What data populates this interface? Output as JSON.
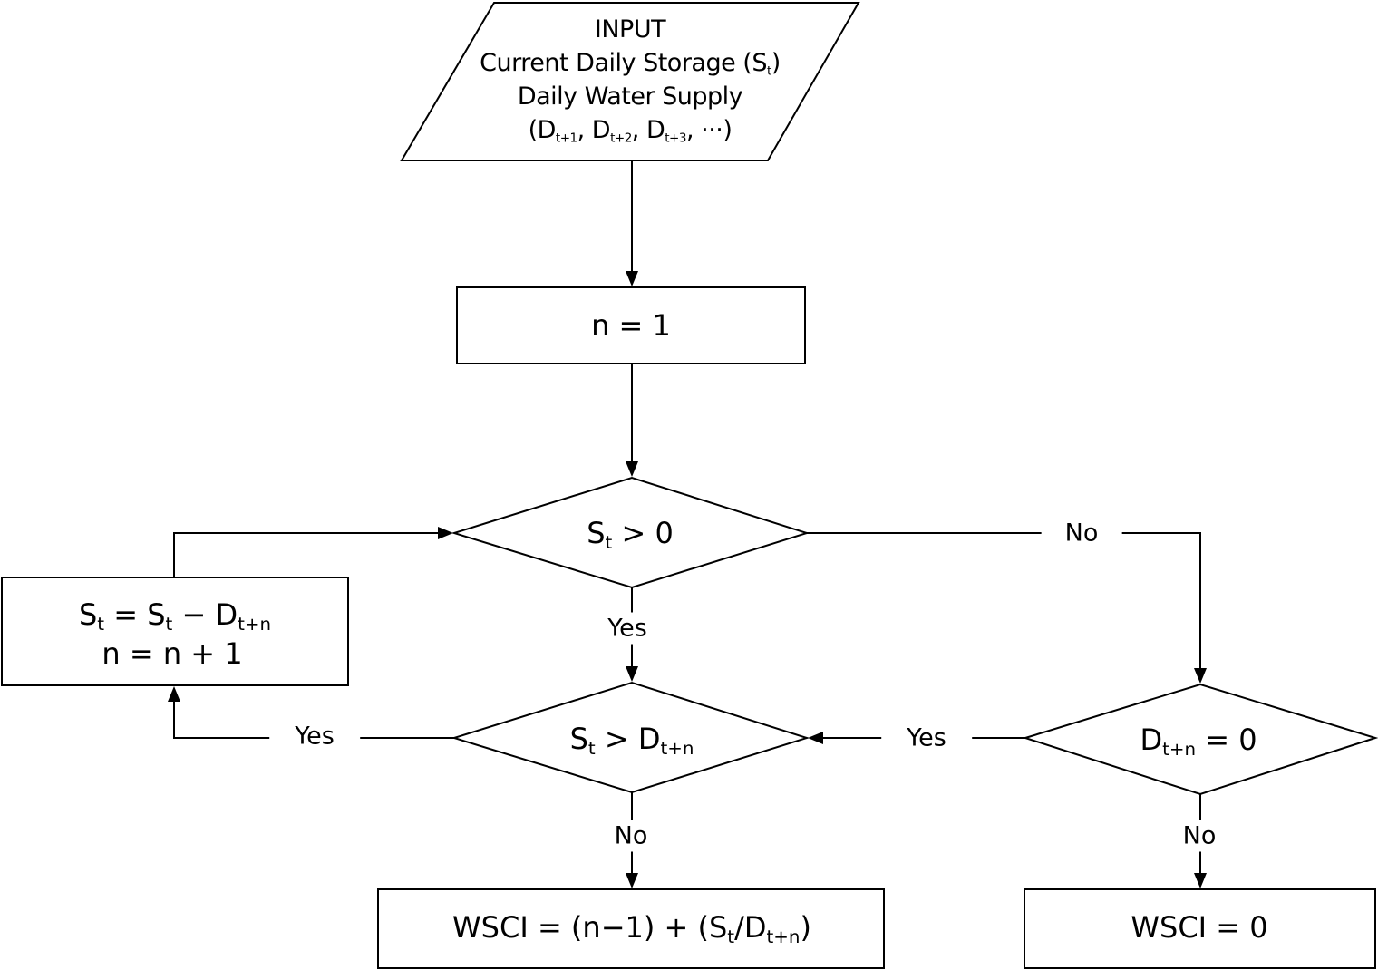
{
  "input": {
    "title": "INPUT",
    "line1": "Current Daily Storage (S",
    "line1_sub": "t",
    "line1_end": ")",
    "line2": "Daily Water Supply",
    "line3_a": "(D",
    "line3_sub1": "t+1",
    "line3_b": ", D",
    "line3_sub2": "t+2",
    "line3_c": ", D",
    "line3_sub3": "t+3",
    "line3_d": ", ···)"
  },
  "init_box": {
    "text": "n = 1"
  },
  "decision1": {
    "a": "S",
    "a_sub": "t",
    "b": " > 0"
  },
  "update_box": {
    "l1_a": "S",
    "l1_sub1": "t",
    "l1_b": " = S",
    "l1_sub2": "t",
    "l1_c": " − D",
    "l1_sub3": "t+n",
    "l2": "n = n + 1"
  },
  "decision2": {
    "a": "S",
    "a_sub": "t",
    "b": " > D",
    "b_sub": "t+n"
  },
  "decision3": {
    "a": "D",
    "a_sub": "t+n",
    "b": " = 0"
  },
  "result1": {
    "a": "WSCI = (n−1) + (S",
    "a_sub": "t",
    "b": "/D",
    "b_sub": "t+n",
    "c": ")"
  },
  "result2": {
    "text": "WSCI = 0"
  },
  "labels": {
    "d1_no": "No",
    "d1_yes": "Yes",
    "d2_yes": "Yes",
    "d2_no": "No",
    "d3_yes": "Yes",
    "d3_no": "No"
  }
}
